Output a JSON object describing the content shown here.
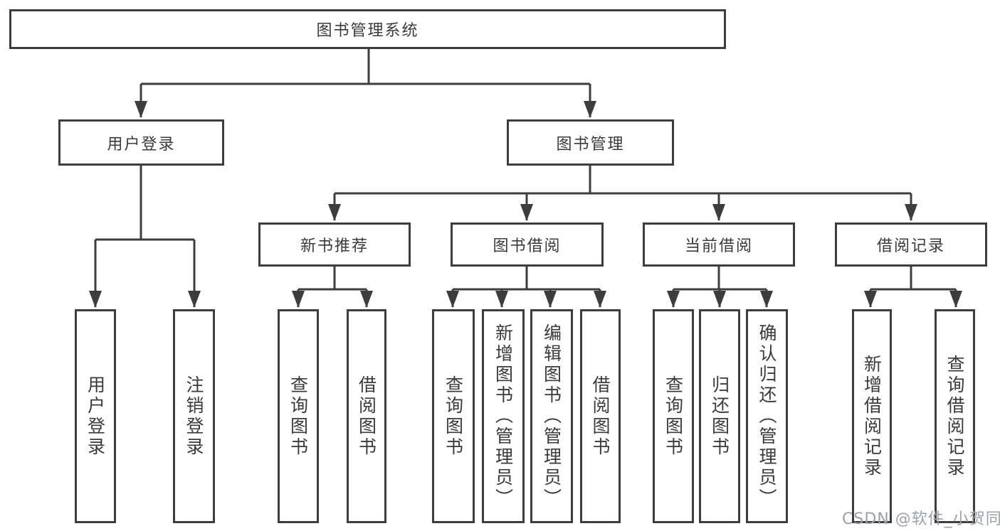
{
  "colors": {
    "line": "#3d3d3d",
    "text": "#3a3a3a",
    "watermark": "#9ba1a6",
    "background": "#ffffff"
  },
  "tree": {
    "root": {
      "label": "图书管理系统"
    },
    "branches": [
      {
        "label": "用户登录",
        "children": [
          {
            "label": "用户登录"
          },
          {
            "label": "注销登录"
          }
        ]
      },
      {
        "label": "图书管理",
        "children": [
          {
            "label": "新书推荐",
            "children": [
              {
                "label": "查询图书"
              },
              {
                "label": "借阅图书"
              }
            ]
          },
          {
            "label": "图书借阅",
            "children": [
              {
                "label": "查询图书"
              },
              {
                "label": "新增图书（管理员）"
              },
              {
                "label": "编辑图书（管理员）"
              },
              {
                "label": "借阅图书"
              }
            ]
          },
          {
            "label": "当前借阅",
            "children": [
              {
                "label": "查询图书"
              },
              {
                "label": "归还图书"
              },
              {
                "label": "确认归还（管理员）"
              }
            ]
          },
          {
            "label": "借阅记录",
            "children": [
              {
                "label": "新增借阅记录"
              },
              {
                "label": "查询借阅记录"
              }
            ]
          }
        ]
      }
    ]
  },
  "watermark": {
    "text": "CSDN @软件_小贺同学"
  }
}
